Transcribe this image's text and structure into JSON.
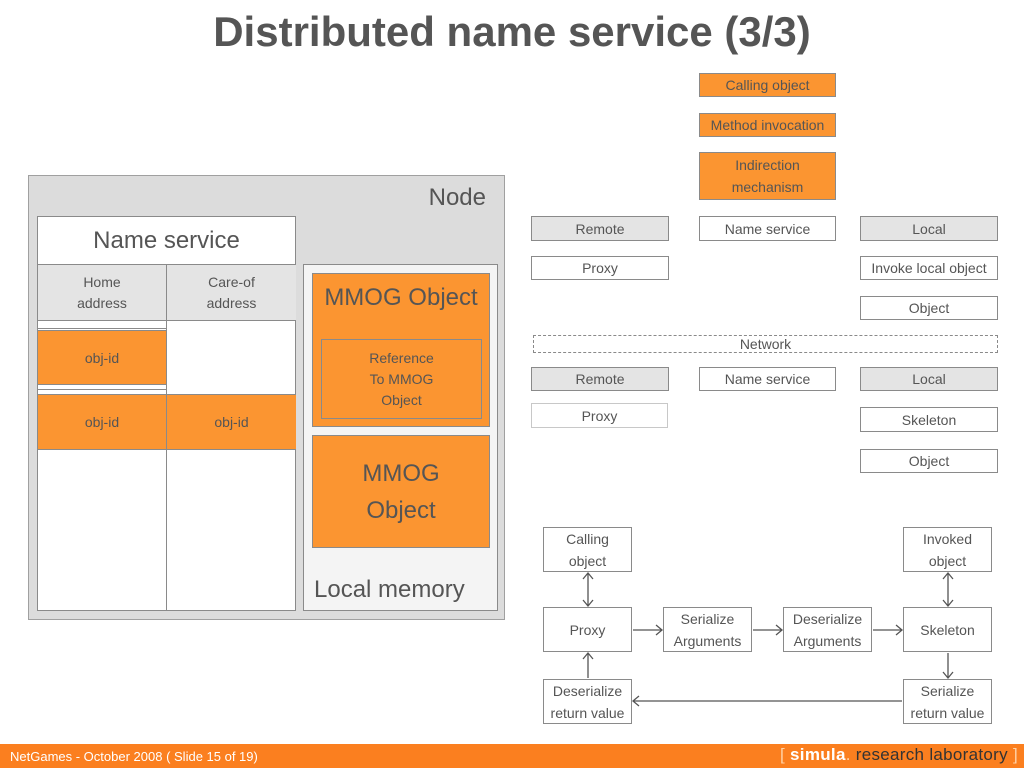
{
  "title": "Distributed name service (3/3)",
  "node": {
    "label": "Node",
    "name_service": {
      "title": "Name service",
      "col_home": [
        "Home",
        "address"
      ],
      "col_care": [
        "Care-of",
        "address"
      ],
      "row1_home": "obj-id",
      "row2_home": "obj-id",
      "row2_care": "obj-id"
    },
    "local_memory": {
      "label": "Local memory",
      "mmog_object_title": "MMOG Object",
      "reference_lines": [
        "Reference",
        "To MMOG",
        "Object"
      ],
      "mmog_object2_lines": [
        "MMOG",
        "Object"
      ]
    }
  },
  "stack": {
    "calling_object": "Calling object",
    "method_invocation": "Method invocation",
    "indirection_lines": [
      "Indirection",
      "mechanism"
    ],
    "top": {
      "remote": "Remote",
      "name_service": "Name service",
      "local": "Local",
      "proxy": "Proxy",
      "invoke_local": "Invoke local object",
      "object": "Object"
    },
    "network": "Network",
    "bottom": {
      "remote": "Remote",
      "name_service": "Name service",
      "local": "Local",
      "proxy": "Proxy",
      "skeleton": "Skeleton",
      "object": "Object"
    }
  },
  "flow": {
    "calling_object": [
      "Calling",
      "object"
    ],
    "invoked_object": [
      "Invoked",
      "object"
    ],
    "proxy": "Proxy",
    "serialize_args": [
      "Serialize",
      "Arguments"
    ],
    "deserialize_args": [
      "Deserialize",
      "Arguments"
    ],
    "skeleton": "Skeleton",
    "deserialize_ret": [
      "Deserialize",
      "return value"
    ],
    "serialize_ret": [
      "Serialize",
      "return value"
    ]
  },
  "footer": {
    "text": "NetGames - October 2008 ( Slide 15 of 19)",
    "brand_open": "[",
    "brand_simula": "simula",
    "brand_dot": ".",
    "brand_rest": "research laboratory",
    "brand_close": "]"
  },
  "colors": {
    "orange": "#fb9531",
    "gray": "#e4e4e4",
    "footer": "#fb7f1f",
    "text": "#555555"
  }
}
